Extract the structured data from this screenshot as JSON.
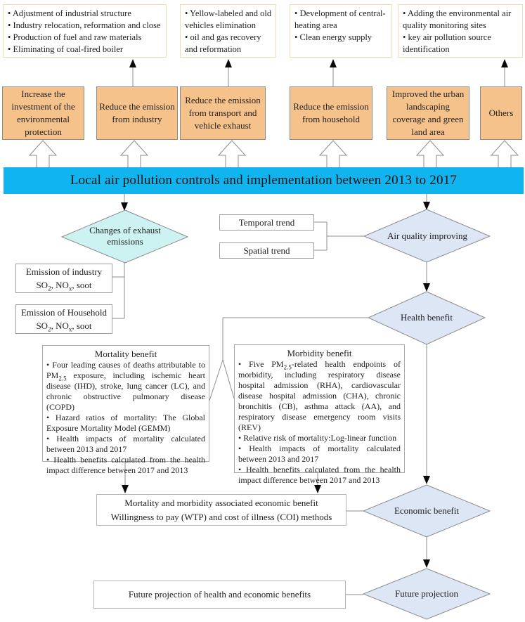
{
  "top_detail_boxes": [
    {
      "items": [
        "Adjustment of industrial structure",
        "Industry relocation, reformation and close",
        "Production of fuel and raw materials",
        "Eliminating of coal-fired boiler"
      ]
    },
    {
      "items": [
        "Yellow-labeled and old vehicles elimination",
        "oil and gas recovery and reformation"
      ]
    },
    {
      "items": [
        "Development of central-heating area",
        "Clean energy supply"
      ]
    },
    {
      "items": [
        "Adding the environmental air quality monitoring sites",
        "key air pollution source identification"
      ]
    }
  ],
  "measure_boxes": [
    {
      "label": "Increase the investment of the environmental protection"
    },
    {
      "label": "Reduce the emission from industry"
    },
    {
      "label": "Reduce the emission from transport and vehicle exhaust"
    },
    {
      "label": "Reduce the emission from household"
    },
    {
      "label": "Improved the urban landscaping coverage and green land area"
    },
    {
      "label": "Others"
    }
  ],
  "banner": {
    "label": "Local air pollution controls and implementation between 2013 to 2017"
  },
  "trend_boxes": {
    "temporal": "Temporal trend",
    "spatial": "Spatial trend"
  },
  "diamonds": {
    "exhaust": {
      "label": "Changes of exhaust emissions"
    },
    "air_quality": {
      "label": "Air quality improving"
    },
    "health": {
      "label": "Health benefit"
    },
    "economic": {
      "label": "Economic benefit"
    },
    "future": {
      "label": "Future projection"
    }
  },
  "emission_boxes": [
    {
      "line1": "Emission of industry",
      "line2": "SO_{2}, NO_{x}, soot"
    },
    {
      "line1": "Emission of Household",
      "line2": "SO_{2}, NO_{x}, soot"
    }
  ],
  "mortality_box": {
    "title": "Mortality benefit",
    "bullets": [
      "Four leading causes of deaths attributable to PM_{2.5} exposure, including ischemic heart disease (IHD), stroke, lung cancer (LC), and chronic obstructive pulmonary disease (COPD)",
      "Hazard ratios of mortality: The Global Exposure Mortality Model (GEMM)",
      "Health impacts of mortality calculated between 2013 and 2017",
      "Health benefits calculated from the health impact difference between 2017 and 2013"
    ]
  },
  "morbidity_box": {
    "title": "Morbidity benefit",
    "bullets": [
      "Five PM_{2.5}-related health endpoints of morbidity, including respiratory disease hospital admission (RHA), cardiovascular disease hospital admission (CHA), chronic bronchitis (CB), asthma attack (AA), and respiratory disease emergency room visits (REV)",
      "Relative risk of mortality:Log-linear function",
      "Health impacts of mortality calculated between 2013 and 2017",
      "Health benefits calculated from the health impact difference between 2017 and 2013"
    ]
  },
  "economic_box": {
    "line1": "Mortality and morbidity associated economic benefit",
    "line2": "Willingness to pay (WTP) and cost of illness (COI) methods"
  },
  "future_box": {
    "label": "Future projection of health and economic benefits"
  },
  "colors": {
    "banner_fill": "#10b4ee",
    "measure_fill": "#f6c28b",
    "exhaust_diamond_fill": "#ccf2f2",
    "blue_diamond_fill": "#dce6f4",
    "detail_box_border": "#ecdfb2",
    "connector_gray": "#8c8c8c",
    "arrowhead_black": "#0a0a0a"
  }
}
